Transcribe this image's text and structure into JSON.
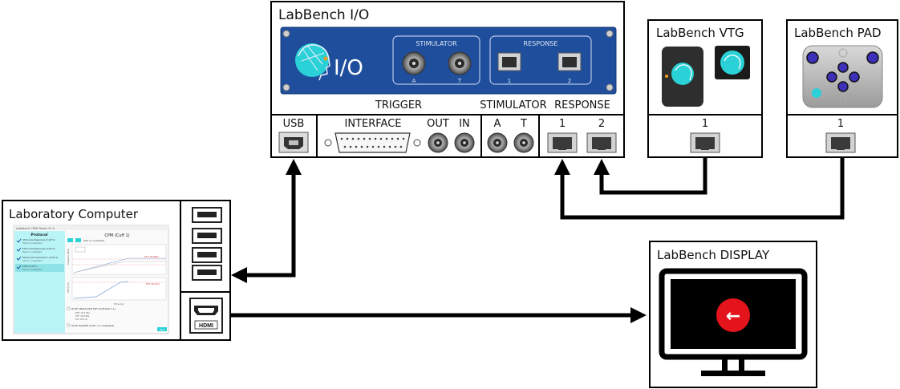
{
  "io": {
    "title": "LabBench I/O",
    "panel_io_text": "I/O",
    "stimulator_panel_label": "STIMULATOR",
    "stim_a": "A",
    "stim_t": "T",
    "response_panel_label": "RESPONSE",
    "resp_1": "1",
    "resp_2": "2",
    "trigger_label": "TRIGGER",
    "stimulator_label": "STIMULATOR",
    "response_label": "RESPONSE",
    "usb_label": "USB",
    "interface_label": "INTERFACE",
    "out_label": "OUT",
    "in_label": "IN",
    "port_a": "A",
    "port_t": "T",
    "port_1": "1",
    "port_2": "2",
    "panel_color": "#1f4f9c"
  },
  "vtg": {
    "title": "LabBench VTG",
    "port_label": "1"
  },
  "pad": {
    "title": "LabBench PAD",
    "port_label": "1"
  },
  "computer": {
    "title": "Laboratory Computer",
    "hdmi_label": "HDMI",
    "screen": {
      "window_title": "LabBench CPAR Tester V1.0",
      "protocol_header": "Protocol",
      "main_title": "CPM (Cuff 1)",
      "run_status": "Test is completed",
      "sidebar_items": [
        {
          "title": "Stimulus Response (Cuff 1)",
          "status": "Test is completed"
        },
        {
          "title": "Stimulus Response (Cuff 2)",
          "status": "Test is completed"
        },
        {
          "title": "Temporal Summation (Cuff 1)",
          "status": "Test is completed"
        },
        {
          "title": "CPM (Cuff 1)",
          "status": "Test is completed"
        }
      ],
      "xaxis_label": "Time [s]",
      "upper_ylabel": "Pressure [kPa]",
      "lower_ylabel": "VAS [cm]",
      "upper_ann": "PTT: 32.8kPa",
      "lower_ann": "PTT: 50.0cm",
      "result_1": "HLSE ANGLE-PLM PDT (Cuff-Test 1-1)",
      "result_1_lines": [
        "PDT: 10.7 kPa",
        "PTT: 32.8 kPa",
        "PTL: 8.0 cm"
      ],
      "result_2": "HLSE TestDPR (Cuff 1 is completed)",
      "next_button": "Next"
    }
  },
  "display": {
    "title": "LabBench DISPLAY",
    "arrow_glyph": "←",
    "accent_color": "#e3141b"
  },
  "colors": {
    "cyan": "#2ad1d6",
    "sidebar_cyan": "#b9f5f7",
    "port_gray": "#5e5e5e"
  }
}
